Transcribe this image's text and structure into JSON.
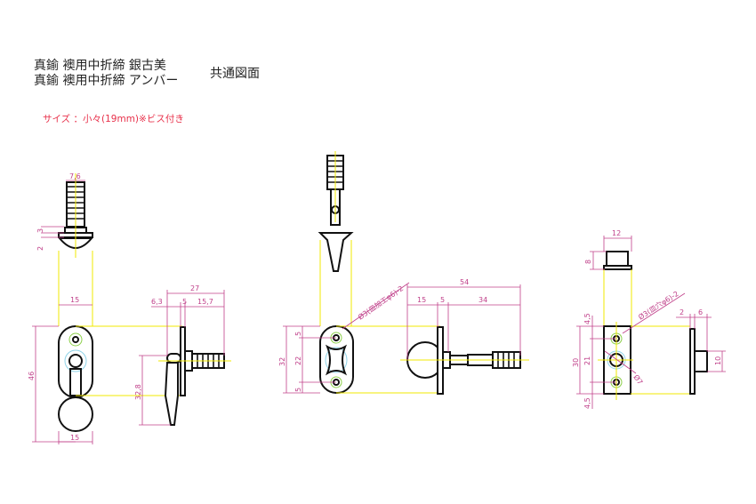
{
  "header": {
    "title_line1": "真鍮 襖用中折締 銀古美",
    "title_line2": "真鍮 襖用中折締 アンバー",
    "common_drawing": "共通図面",
    "size_note": "サイズ ：小々(19mm)※ビス付き",
    "size_note_color": "#e8304a"
  },
  "view1": {
    "dims": {
      "screw_dia": "7,6",
      "washer": "3",
      "cap": "2",
      "width_top": "15",
      "height": "46",
      "width_bottom": "15",
      "total": "27",
      "offset": "6,3",
      "plate": "5",
      "thread": "15,7",
      "lever": "32,8"
    }
  },
  "view2": {
    "dims": {
      "height": "32",
      "hole_top": "5",
      "pitch": "22",
      "hole_bottom": "5",
      "total": "54",
      "ball": "15",
      "plate": "5",
      "thread": "34",
      "hole_note": "Ø3(皿加工φ6)-2"
    }
  },
  "view3": {
    "dims": {
      "width": "12",
      "cap_h": "8",
      "height": "30",
      "top": "4,5",
      "pitch": "21",
      "bottom": "4,5",
      "plate": "2",
      "boss": "6",
      "boss_h": "10",
      "hole_note": "Ø3(皿穴φ6)-2",
      "center_hole": "Ø7"
    }
  }
}
